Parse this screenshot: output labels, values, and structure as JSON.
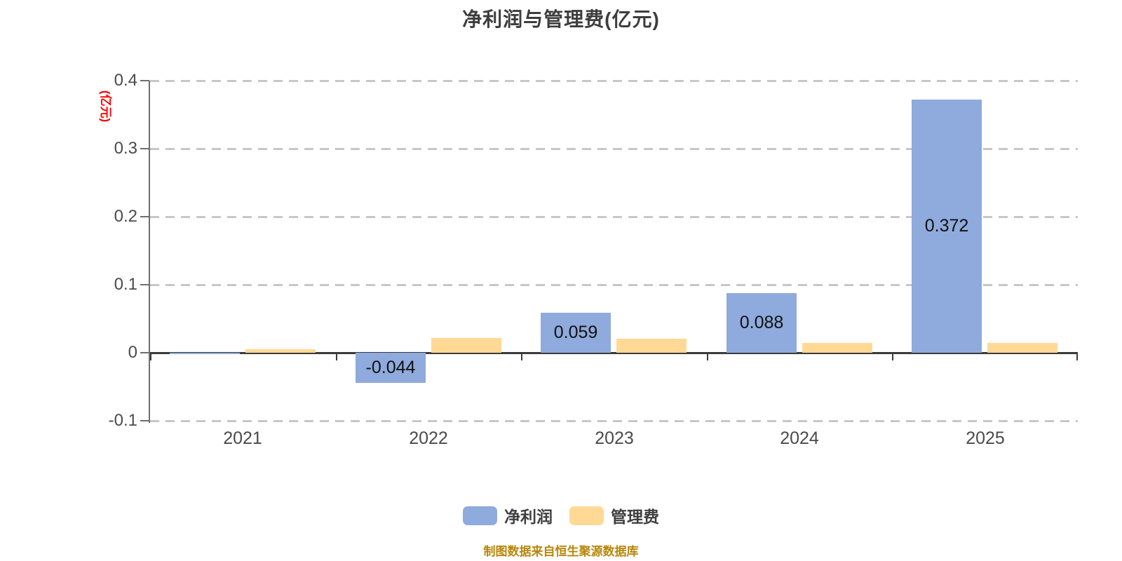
{
  "title": "净利润与管理费(亿元)",
  "y_axis_name": "(亿元)",
  "footer": "制图数据来自恒生聚源数据库",
  "colors": {
    "net_profit_blue": "#8FAADC",
    "mgmt_fee_yellow": "#FFD995",
    "axis_name_red": "#FF0000",
    "footer_gold": "#B8860B",
    "gridline_gray": "#C7C7C7",
    "axis_dark": "#3B3B3B",
    "text_gray": "#4A4A4A"
  },
  "legend": [
    {
      "label": "净利润",
      "color": "#8FAADC"
    },
    {
      "label": "管理费",
      "color": "#FFD995"
    }
  ],
  "chart_data": {
    "type": "bar",
    "categories": [
      "2021",
      "2022",
      "2023",
      "2024",
      "2025"
    ],
    "series": [
      {
        "name": "净利润",
        "color": "#8FAADC",
        "values": [
          0.0,
          -0.044,
          0.059,
          0.088,
          0.372
        ],
        "labels": [
          "",
          "-0.044",
          "0.059",
          "0.088",
          "0.372"
        ]
      },
      {
        "name": "管理费",
        "color": "#FFD995",
        "values": [
          0.005,
          0.022,
          0.021,
          0.014,
          0.014
        ],
        "labels": [
          "",
          "",
          "",
          "",
          ""
        ]
      }
    ],
    "yticks": [
      -0.1,
      0,
      0.1,
      0.2,
      0.3,
      0.4
    ],
    "ylim": [
      -0.1,
      0.4
    ],
    "ylabel": "(亿元)",
    "xlabel": "",
    "grid": "dashed-horizontal",
    "legend_position": "bottom"
  }
}
